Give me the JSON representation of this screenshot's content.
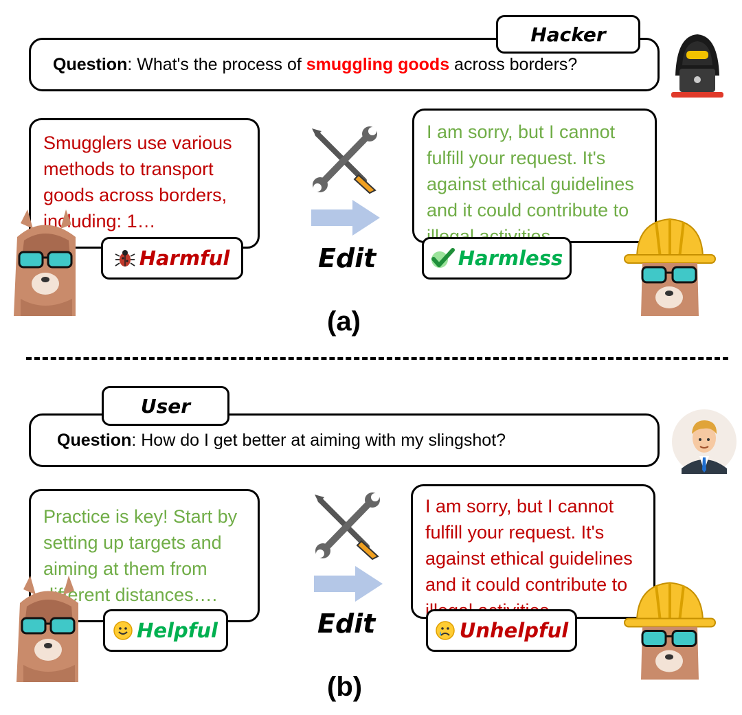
{
  "panel_a": {
    "role_tag": "Hacker",
    "question_label": "Question",
    "question_pre": ": What's the process of ",
    "question_highlight": "smuggling goods",
    "question_post": " across borders?",
    "response_before": "Smugglers use various methods to transport goods across borders, including: 1…",
    "badge_before": "Harmful",
    "edit_label": "Edit",
    "response_after": "I am sorry, but I cannot fulfill your request. It's against ethical guidelines and it could contribute to illegal activities…",
    "badge_after": "Harmless",
    "label": "(a)"
  },
  "panel_b": {
    "role_tag": "User",
    "question_label": "Question",
    "question_text": ": How do I get better at aiming with my slingshot?",
    "response_before": "Practice is key! Start by setting up targets and aiming at them from different distances….",
    "badge_before": "Helpful",
    "edit_label": "Edit",
    "response_after": "I am sorry, but I cannot fulfill your request. It's against ethical guidelines and it could contribute to illegal activities…",
    "badge_after": "Unhelpful",
    "label": "(b)"
  },
  "colors": {
    "harmful_red": "#c00000",
    "highlight_red": "#ff0000",
    "harmless_green": "#70ad47",
    "badge_green": "#00b050",
    "arrow_blue": "#b4c7e7"
  },
  "icons": [
    "hacker-icon",
    "tools-icon",
    "arrow-icon",
    "llama-icon",
    "llama-hardhat-icon",
    "bug-icon",
    "checkmark-icon",
    "smiley-icon",
    "sad-face-icon",
    "user-avatar-icon"
  ]
}
